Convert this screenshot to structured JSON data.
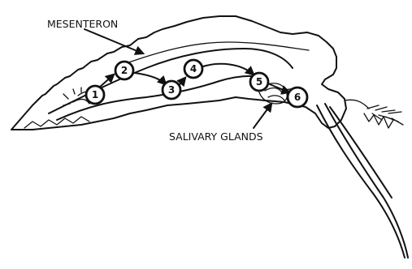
{
  "labels": {
    "mesenteron": "MESENTERON",
    "salivary_glands": "SALIVARY GLANDS"
  },
  "stages": [
    "1",
    "2",
    "3",
    "4",
    "5",
    "6"
  ]
}
